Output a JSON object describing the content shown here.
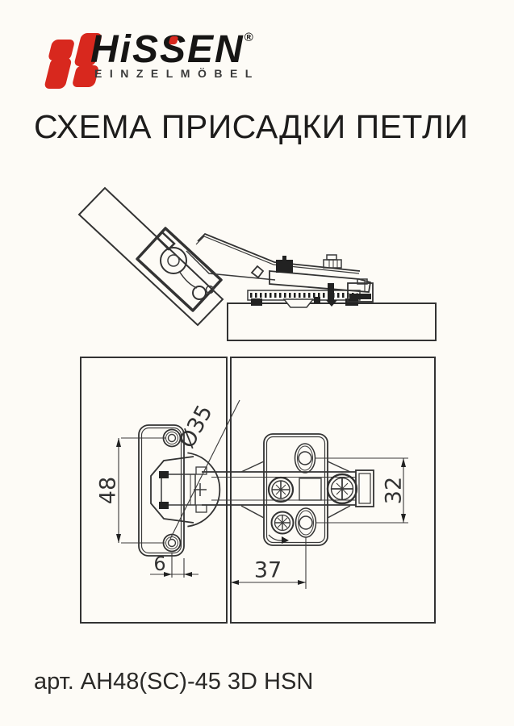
{
  "page": {
    "background": "#fdfbf6"
  },
  "logo": {
    "brand": "HiSSEN",
    "registered_mark": "®",
    "subtitle": "EINZELMÖBEL",
    "accent_color": "#d8281e"
  },
  "title": "СХЕМА ПРИСАДКИ ПЕТЛИ",
  "diagram": {
    "views": [
      "side-view-hinge-open",
      "top-view-drilling-scheme"
    ],
    "dimensions": {
      "hole_spacing_door": "48",
      "cup_diameter": "Ø35",
      "cup_edge_distance": "6",
      "plate_setback": "37",
      "plate_hole_spacing": "32"
    }
  },
  "article": "арт. AH48(SC)-45 3D HSN"
}
